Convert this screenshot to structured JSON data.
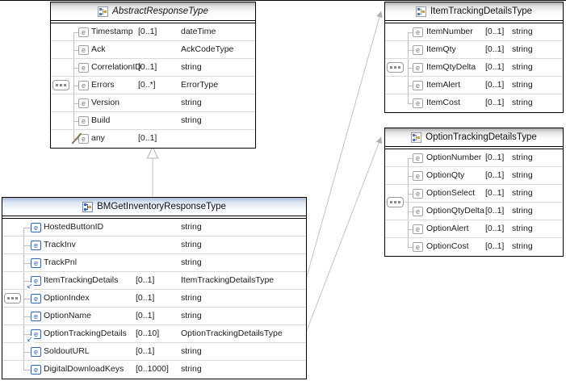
{
  "icons": {
    "element_glyph": "e",
    "header_icon": "complex-type-icon",
    "model_icon": "sequence-icon"
  },
  "colors": {
    "accent_blue": "#2e66bb",
    "tree_line_gray": "#bdbdbd",
    "connector_gray": "#c3c3c3",
    "box_border": "#000000",
    "row_separator": "#d9d9d9",
    "any_slash_brown": "#8f7250"
  },
  "boxes": {
    "abstract": {
      "title": "AbstractResponseType",
      "fields": [
        {
          "icon": "element-icon",
          "name": "Timestamp",
          "cardinality": "[0..1]",
          "type": "dateTime"
        },
        {
          "icon": "element-icon",
          "name": "Ack",
          "cardinality": "",
          "type": "AckCodeType"
        },
        {
          "icon": "element-icon",
          "name": "CorrelationID",
          "cardinality": "[0..1]",
          "type": "string"
        },
        {
          "icon": "element-icon",
          "name": "Errors",
          "cardinality": "[0..*]",
          "type": "ErrorType"
        },
        {
          "icon": "element-icon",
          "name": "Version",
          "cardinality": "",
          "type": "string"
        },
        {
          "icon": "element-icon",
          "name": "Build",
          "cardinality": "",
          "type": "string"
        },
        {
          "icon": "any-element-icon",
          "name": "any",
          "cardinality": "[0..1]",
          "type": ""
        }
      ]
    },
    "item": {
      "title": "ItemTrackingDetailsType",
      "fields": [
        {
          "icon": "element-icon",
          "name": "ItemNumber",
          "cardinality": "[0..1]",
          "type": "string"
        },
        {
          "icon": "element-icon",
          "name": "ItemQty",
          "cardinality": "[0..1]",
          "type": "string"
        },
        {
          "icon": "element-icon",
          "name": "ItemQtyDelta",
          "cardinality": "[0..1]",
          "type": "string"
        },
        {
          "icon": "element-icon",
          "name": "ItemAlert",
          "cardinality": "[0..1]",
          "type": "string"
        },
        {
          "icon": "element-icon",
          "name": "ItemCost",
          "cardinality": "[0..1]",
          "type": "string"
        }
      ]
    },
    "option": {
      "title": "OptionTrackingDetailsType",
      "fields": [
        {
          "icon": "element-icon",
          "name": "OptionNumber",
          "cardinality": "[0..1]",
          "type": "string"
        },
        {
          "icon": "element-icon",
          "name": "OptionQty",
          "cardinality": "[0..1]",
          "type": "string"
        },
        {
          "icon": "element-icon",
          "name": "OptionSelect",
          "cardinality": "[0..1]",
          "type": "string"
        },
        {
          "icon": "element-icon",
          "name": "OptionQtyDelta",
          "cardinality": "[0..1]",
          "type": "string"
        },
        {
          "icon": "element-icon",
          "name": "OptionAlert",
          "cardinality": "[0..1]",
          "type": "string"
        },
        {
          "icon": "element-icon",
          "name": "OptionCost",
          "cardinality": "[0..1]",
          "type": "string"
        }
      ]
    },
    "main": {
      "title": "BMGetInventoryResponseType",
      "fields": [
        {
          "icon": "element-icon",
          "name": "HostedButtonID",
          "cardinality": "",
          "type": "string"
        },
        {
          "icon": "element-icon",
          "name": "TrackInv",
          "cardinality": "",
          "type": "string"
        },
        {
          "icon": "element-icon",
          "name": "TrackPnl",
          "cardinality": "",
          "type": "string"
        },
        {
          "icon": "element-ref-icon",
          "name": "ItemTrackingDetails",
          "cardinality": "[0..1]",
          "type": "ItemTrackingDetailsType"
        },
        {
          "icon": "element-icon",
          "name": "OptionIndex",
          "cardinality": "[0..1]",
          "type": "string"
        },
        {
          "icon": "element-icon",
          "name": "OptionName",
          "cardinality": "[0..1]",
          "type": "string"
        },
        {
          "icon": "element-ref-icon",
          "name": "OptionTrackingDetails",
          "cardinality": "[0..10]",
          "type": "OptionTrackingDetailsType"
        },
        {
          "icon": "element-icon",
          "name": "SoldoutURL",
          "cardinality": "[0..1]",
          "type": "string"
        },
        {
          "icon": "element-icon",
          "name": "DigitalDownloadKeys",
          "cardinality": "[0..1000]",
          "type": "string"
        }
      ]
    }
  }
}
